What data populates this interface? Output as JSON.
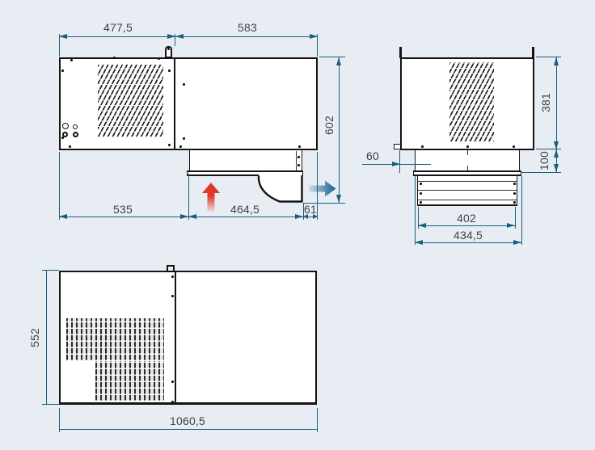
{
  "colors": {
    "background": "#e8edf4",
    "dimension_line": "#1b5f7e",
    "dimension_text": "#3b4247",
    "drawing_line": "#141414",
    "intake_arrow_red": "#e0392b",
    "exhaust_arrow_blue": "#0e628e"
  },
  "side_view": {
    "dim_top_left_width": "477,5",
    "dim_top_right_width": "583",
    "dim_total_height": "602",
    "dim_bottom_left": "535",
    "dim_bottom_middle": "464,5",
    "dim_bottom_right": "61",
    "icons": {
      "airflow_up": "red-up-arrow",
      "airflow_right": "blue-right-arrow"
    }
  },
  "front_view": {
    "dim_body_height": "381",
    "dim_duct_height": "100",
    "dim_edge_offset": "60",
    "dim_grille_width": "402",
    "dim_flange_width": "434,5"
  },
  "bottom_view": {
    "dim_depth": "552",
    "dim_total_width": "1060,5"
  }
}
